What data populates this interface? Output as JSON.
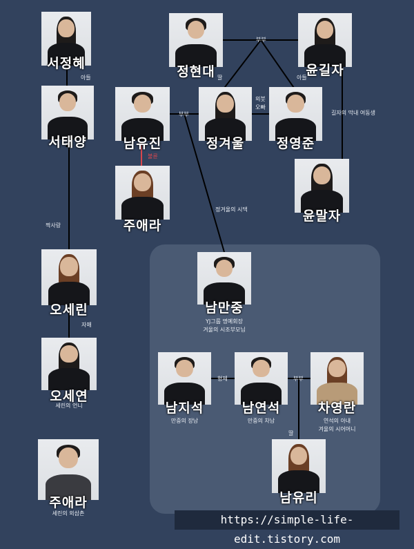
{
  "people": {
    "seo_junghye": {
      "name": "서정혜"
    },
    "seo_taeyang": {
      "name": "서태양"
    },
    "jeong_hyeondae": {
      "name": "정현대"
    },
    "yun_gilja": {
      "name": "윤길자"
    },
    "nam_yujin": {
      "name": "남유진"
    },
    "jeong_gyeoul": {
      "name": "정겨울"
    },
    "jeong_yeongjun": {
      "name": "정영준"
    },
    "ju_aera_top": {
      "name": "주애라"
    },
    "yun_malja": {
      "name": "윤말자"
    },
    "o_serin": {
      "name": "오세린"
    },
    "o_seyeon": {
      "name": "오세연",
      "desc": "세린의 언니"
    },
    "ju_aera_bottom": {
      "name": "주애라",
      "desc": "세린의 외삼촌"
    },
    "nam_manjung": {
      "name": "남만중",
      "desc1": "YJ그룹 명예회장",
      "desc2": "겨울의 시조부모님"
    },
    "nam_jiseok": {
      "name": "남지석",
      "desc": "만중의 장남"
    },
    "nam_yeonseok": {
      "name": "남연석",
      "desc": "만중의 차남"
    },
    "cha_yeongran": {
      "name": "차영란",
      "desc1": "연석의 아내",
      "desc2": "겨울의 시어머니"
    },
    "nam_yuri": {
      "name": "남유리"
    }
  },
  "relations": {
    "adeul_1": "아들",
    "bubu_top": "부부",
    "ttal_1": "딸",
    "adeul_2": "아들",
    "oebut_1": "외붓",
    "oebut_2": "오빠",
    "youngest_sister": "길자의 막내 여동생",
    "bubu_yujin": "부부",
    "affair": "불륜",
    "gyeoul_inlaw": "정겨울의 시댁",
    "crush": "짝사랑",
    "sisters": "자매",
    "brothers": "형제",
    "bubu_yeonseok": "부부",
    "ttal_2": "딸"
  },
  "watermark": "https://simple-life-edit.tistory.com",
  "colors": {
    "background": "#32425d",
    "panel": "#4a5a73",
    "line": "#000000",
    "affair_line": "#d9474d"
  }
}
